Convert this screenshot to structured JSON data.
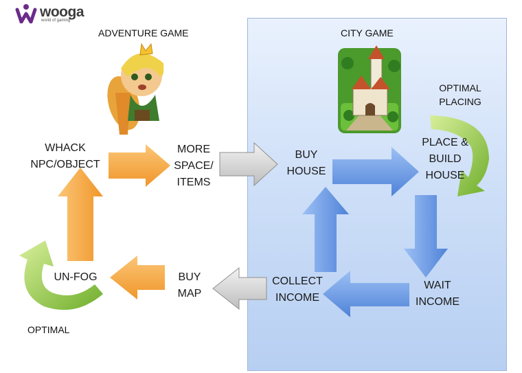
{
  "logo": {
    "name": "wooga",
    "tagline": "world of gaming",
    "color": "#6b2c8a"
  },
  "sections": {
    "adventure": "ADVENTURE GAME",
    "city": "CITY GAME"
  },
  "nodes": {
    "whack": [
      "WHACK",
      "NPC/OBJECT"
    ],
    "more_space": [
      "MORE",
      "SPACE/",
      "ITEMS"
    ],
    "buy_house": [
      "BUY",
      "HOUSE"
    ],
    "place_build": [
      "PLACE &",
      "BUILD",
      "HOUSE"
    ],
    "wait_income": [
      "WAIT",
      "INCOME"
    ],
    "collect_income": [
      "COLLECT",
      "INCOME"
    ],
    "buy_map": [
      "BUY",
      "MAP"
    ],
    "un_fog": [
      "UN-FOG"
    ]
  },
  "annotations": {
    "optimal_placing": [
      "OPTIMAL",
      "PLACING"
    ],
    "optimal": "OPTIMAL"
  },
  "images": {
    "adventure": "adventure-hero-character-image",
    "city": "city-castle-tile-image"
  },
  "colors": {
    "orange_arrow": "#f5a13a",
    "blue_arrow": "#5d8fe0",
    "gray_arrow": "#c9c9c9",
    "green_arrow": "#8cc63f",
    "panel": "#cfe0f8"
  }
}
